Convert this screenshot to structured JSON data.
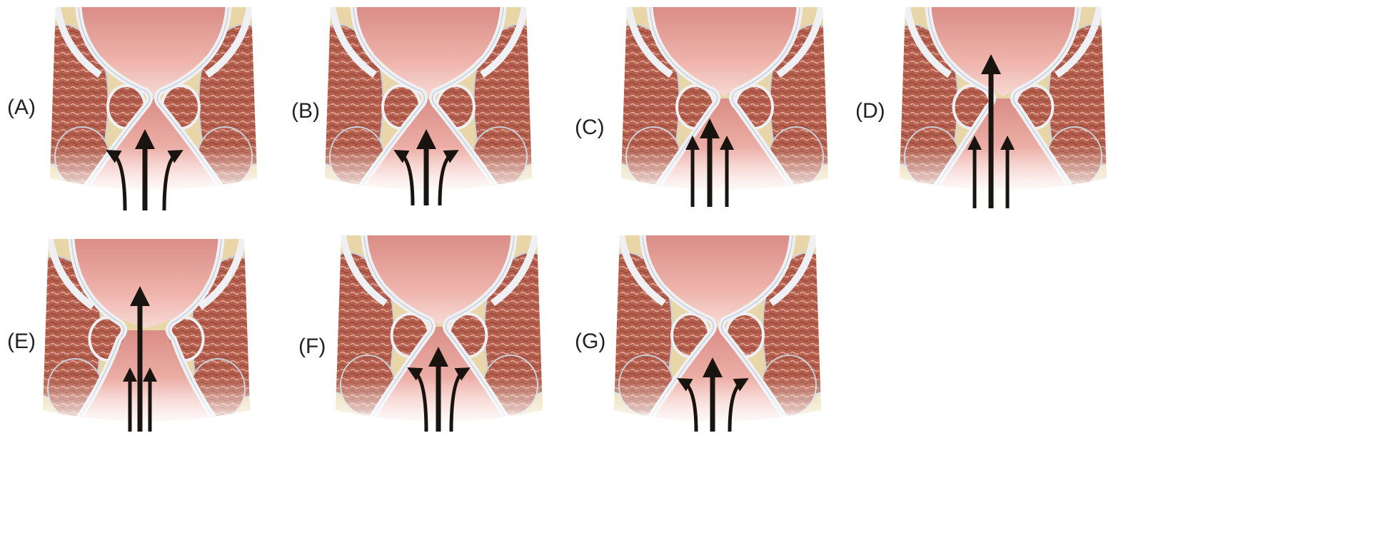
{
  "panels": [
    {
      "id": "A",
      "label": "(A)",
      "stage": "closed"
    },
    {
      "id": "B",
      "label": "(B)",
      "stage": "closed-strong"
    },
    {
      "id": "C",
      "label": "(C)",
      "stage": "slight-open"
    },
    {
      "id": "D",
      "label": "(D)",
      "stage": "open"
    },
    {
      "id": "E",
      "label": "(E)",
      "stage": "wide-open"
    },
    {
      "id": "F",
      "label": "(F)",
      "stage": "closing"
    },
    {
      "id": "G",
      "label": "(G)",
      "stage": "closed"
    }
  ],
  "colors": {
    "lumen": "#e8a59e",
    "lumen_light": "#f6d4cf",
    "muscle": "#b5604e",
    "muscle_dark": "#8a3e30",
    "membrane": "#eef0f4",
    "membrane_edge": "#c9cfd8",
    "fat": "#e9d6a8",
    "arrow": "#1a1410"
  }
}
